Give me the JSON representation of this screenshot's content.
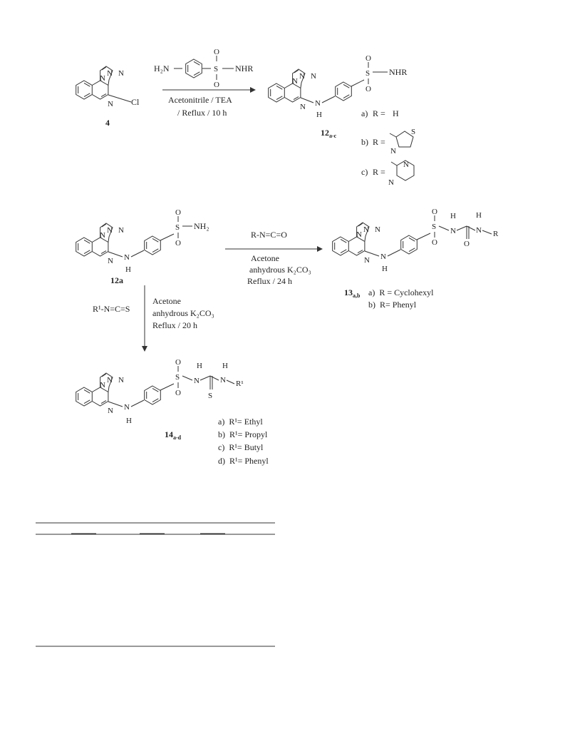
{
  "scheme": {
    "step1": {
      "start": {
        "label": "4",
        "cl": "Cl"
      },
      "reagent": {
        "amine": "H₂N",
        "sulfonamide": "NHR",
        "s": "S",
        "o": "O"
      },
      "conditions": [
        "Acetonitrile / TEA",
        "/ Reflux / 10 h"
      ],
      "product": {
        "label": "12",
        "label_sub": "a-c",
        "nh": "H",
        "sulfonamide": "NHR"
      },
      "options": [
        {
          "prefix": "a)",
          "r": "R =",
          "value": "H"
        },
        {
          "prefix": "b)",
          "r": "R =",
          "value": ""
        },
        {
          "prefix": "c)",
          "r": "R =",
          "value": ""
        }
      ],
      "thiazole": {
        "s": "S",
        "n": "N"
      },
      "pyrimidine": {
        "n1": "N",
        "n2": "N"
      }
    },
    "step2": {
      "start": {
        "label": "12a",
        "nh2": "NH₂",
        "nh": "H"
      },
      "reagent": "R-N=C=O",
      "conditions": [
        "Acetone",
        "anhydrous K₂CO₃",
        "Reflux / 24 h"
      ],
      "product": {
        "label": "13",
        "label_sub": "a,b",
        "r": "R",
        "h": "H"
      },
      "options": [
        {
          "prefix": "a)",
          "text": "R = Cyclohexyl"
        },
        {
          "prefix": "b)",
          "text": "R=  Phenyl"
        }
      ]
    },
    "step3": {
      "reagent": "R¹-N=C=S",
      "conditions": [
        "Acetone",
        "anhydrous K₂CO₃",
        "Reflux / 20 h"
      ],
      "product": {
        "label": "14",
        "label_sub": "a-d",
        "r1": "R¹",
        "s": "S",
        "h": "H"
      },
      "options": [
        {
          "prefix": "a)",
          "text": "R¹=  Ethyl"
        },
        {
          "prefix": "b)",
          "text": "R¹=  Propyl"
        },
        {
          "prefix": "c)",
          "text": "R¹=  Butyl"
        },
        {
          "prefix": "d)",
          "text": "R¹=  Phenyl"
        }
      ]
    },
    "atoms": {
      "n": "N",
      "o": "O",
      "s": "S"
    }
  }
}
